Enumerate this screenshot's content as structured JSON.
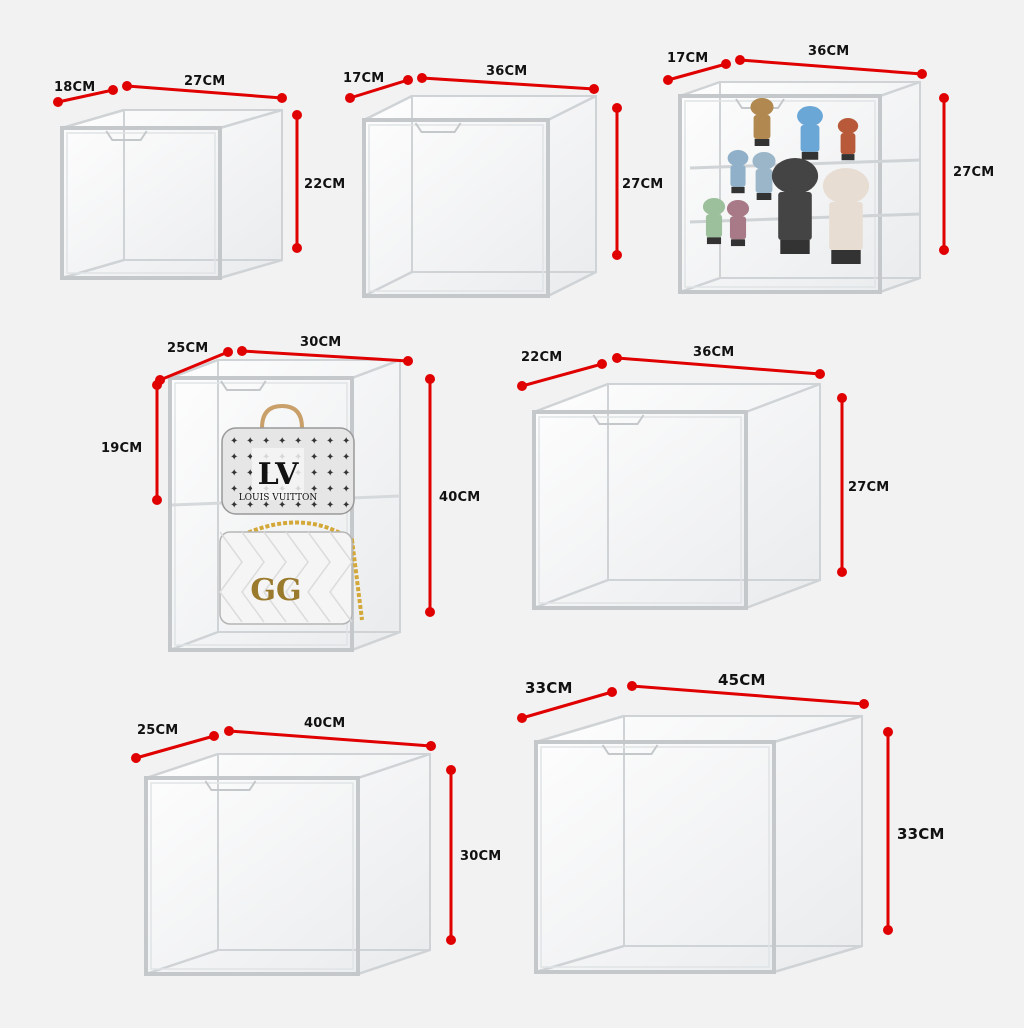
{
  "colors": {
    "background": "#f2f2f2",
    "dimension": "#e00000",
    "acrylic": "#cfd3d6",
    "label": "#111111"
  },
  "boxes": [
    {
      "id": "box-1",
      "depth": "18CM",
      "width": "27CM",
      "height": "22CM"
    },
    {
      "id": "box-2",
      "depth": "17CM",
      "width": "36CM",
      "height": "27CM"
    },
    {
      "id": "box-3",
      "depth": "17CM",
      "width": "36CM",
      "height": "27CM",
      "contents": "figure-toys"
    },
    {
      "id": "box-4",
      "depth": "25CM",
      "width": "30CM",
      "height": "40CM",
      "shelf_height": "19CM",
      "contents": "handbags",
      "bag_logo_top": "LV",
      "bag_text_top": "LOUIS VUITTON",
      "bag_logo_bottom": "GG"
    },
    {
      "id": "box-5",
      "depth": "22CM",
      "width": "36CM",
      "height": "27CM"
    },
    {
      "id": "box-6",
      "depth": "25CM",
      "width": "40CM",
      "height": "30CM"
    },
    {
      "id": "box-7",
      "depth": "33CM",
      "width": "45CM",
      "height": "33CM"
    }
  ]
}
